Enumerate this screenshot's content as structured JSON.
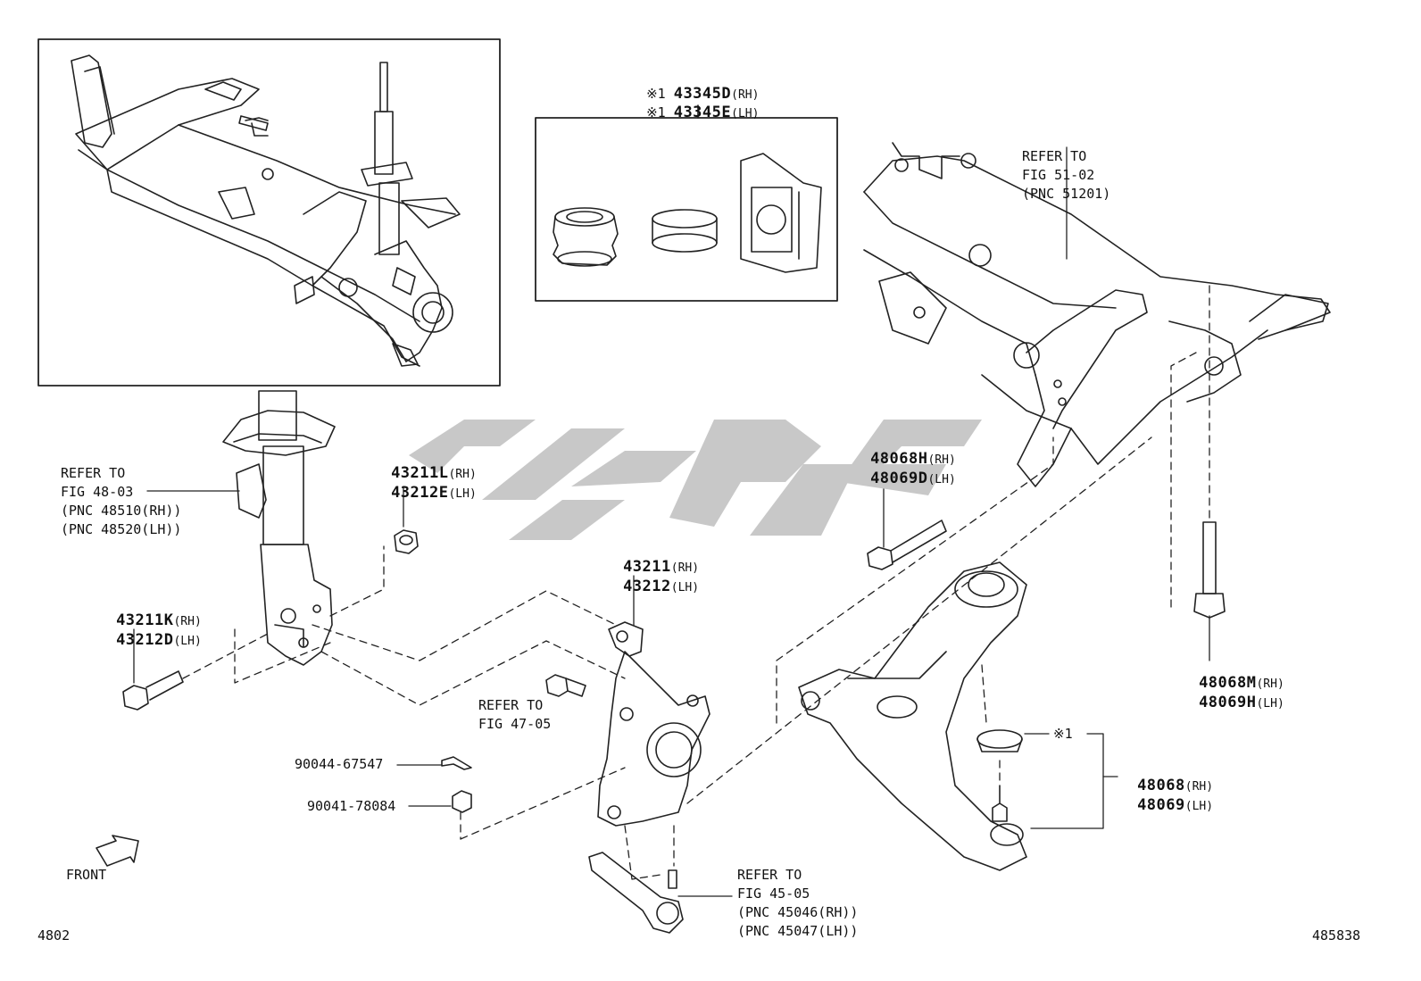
{
  "labels": {
    "kit_rh": {
      "mark": "※1",
      "pn": "43345D",
      "side": "(RH)"
    },
    "kit_lh": {
      "mark": "※1",
      "pn": "43345E",
      "side": "(LH)"
    },
    "frame_ref": [
      "REFER TO",
      "FIG 51-02",
      "(PNC 51201)"
    ],
    "strut_ref": [
      "REFER TO",
      "FIG 48-03",
      "(PNC 48510(RH))",
      "(PNC 48520(LH))"
    ],
    "nut_rh": {
      "pn": "43211L",
      "side": "(RH)"
    },
    "nut_lh": {
      "pn": "43212E",
      "side": "(LH)"
    },
    "bolt_rh": {
      "pn": "43211K",
      "side": "(RH)"
    },
    "bolt_lh": {
      "pn": "43212D",
      "side": "(LH)"
    },
    "knuckle_rh": {
      "pn": "43211",
      "side": "(RH)"
    },
    "knuckle_lh": {
      "pn": "43212",
      "side": "(LH)"
    },
    "hub_ref": [
      "REFER TO",
      "FIG 47-05"
    ],
    "pin": "90044-67547",
    "castle_nut": "90041-78084",
    "arm_bolt_rh": {
      "pn": "48068H",
      "side": "(RH)"
    },
    "arm_bolt_lh": {
      "pn": "48069D",
      "side": "(LH)"
    },
    "rear_bolt_rh": {
      "pn": "48068M",
      "side": "(RH)"
    },
    "rear_bolt_lh": {
      "pn": "48069H",
      "side": "(LH)"
    },
    "arm_mark": "※1",
    "arm_rh": {
      "pn": "48068",
      "side": "(RH)"
    },
    "arm_lh": {
      "pn": "48069",
      "side": "(LH)"
    },
    "tierod_ref": [
      "REFER TO",
      "FIG 45-05",
      "(PNC 45046(RH))",
      "(PNC 45047(LH))"
    ],
    "front": "FRONT",
    "page_code": "4802",
    "illus_code": "485838"
  },
  "watermark_color": "#c8c8c8"
}
